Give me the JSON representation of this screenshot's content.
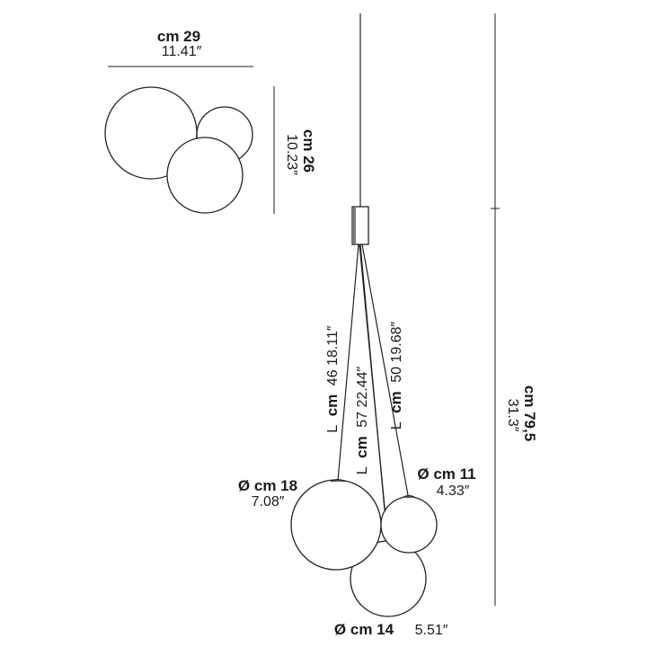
{
  "top_view": {
    "width_cm": "cm 29",
    "width_in": "11.41″",
    "depth_cm": "cm 26",
    "depth_in": "10.23″"
  },
  "cables": {
    "left_prefix": "L",
    "left_cm": "cm",
    "left_value": "46 18.11″",
    "mid_prefix": "L",
    "mid_cm": "cm",
    "mid_value": "57 22.44″",
    "right_prefix": "L",
    "right_cm": "cm",
    "right_value": "50 19.68″"
  },
  "globes": {
    "large_cm": "Ø cm 18",
    "large_in": "7.08″",
    "small_cm": "Ø cm 11",
    "small_in": "4.33″",
    "medium_cm": "Ø cm 14",
    "medium_in": "5.51″"
  },
  "height": {
    "total_cm": "cm 79,5",
    "total_in": "31.3″"
  }
}
